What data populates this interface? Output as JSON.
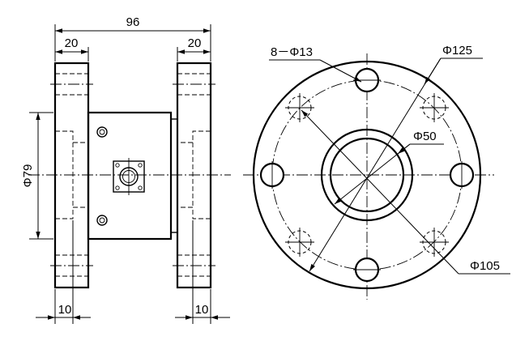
{
  "dimensions": {
    "overall_length": "96",
    "flange_width_left": "20",
    "flange_width_right": "20",
    "body_diameter": "Φ79",
    "hub_left": "10",
    "hub_right": "10",
    "hole_spec": "8－Φ13",
    "outer_diameter": "Φ125",
    "bore_diameter": "Φ50",
    "bolt_circle": "Φ105"
  }
}
